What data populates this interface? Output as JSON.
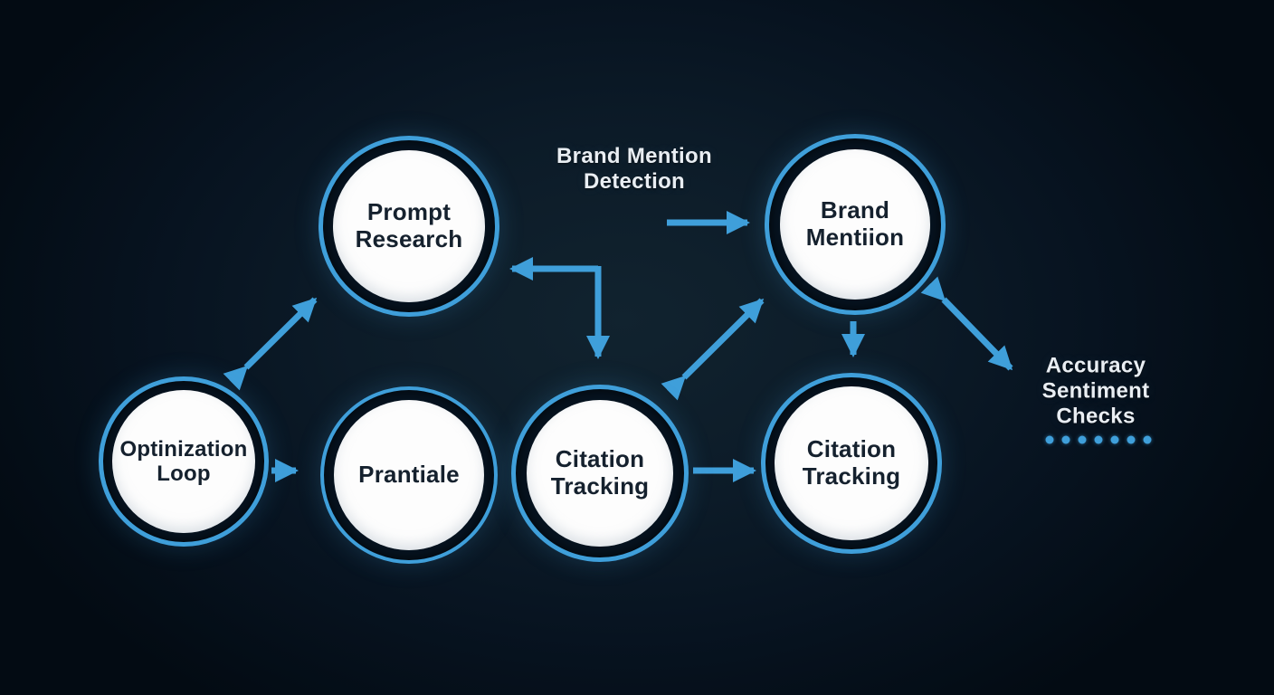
{
  "diagram_title": "",
  "colors": {
    "accent": "#3f9fda",
    "node_fill": "#fdfdfd",
    "node_text": "#15212e",
    "label_text": "#e9eef3",
    "background_center": "#11232f",
    "background_edge": "#030b13"
  },
  "nodes": [
    {
      "id": "prompt-research",
      "lines": [
        "Prompt",
        "Research"
      ]
    },
    {
      "id": "brand-mention",
      "lines": [
        "Brand",
        "Mentiion"
      ]
    },
    {
      "id": "optinization-loop",
      "lines": [
        "Optinization",
        "Loop"
      ]
    },
    {
      "id": "prantiale",
      "lines": [
        "Prantiale"
      ]
    },
    {
      "id": "citation-tracking-center",
      "lines": [
        "Citation",
        "Tracking"
      ]
    },
    {
      "id": "citation-tracking-right",
      "lines": [
        "Citation",
        "Tracking"
      ]
    }
  ],
  "labels": {
    "brand_mention_detection": {
      "lines": [
        "Brand Mention",
        "Detection"
      ]
    },
    "accuracy_checks": {
      "lines": [
        "Accuracy",
        "Sentiment",
        "Checks"
      ],
      "dots_count": 7
    }
  },
  "arrows": [
    {
      "name": "arrow-detection-to-brand-mention",
      "from": "brand-mention-detection-label",
      "to": "brand-mention",
      "type": "single"
    },
    {
      "name": "arrow-optinization-prompt",
      "from": "optinization-loop",
      "to": "prompt-research",
      "type": "double"
    },
    {
      "name": "arrow-elbow-to-prompt-and-citation",
      "from": "prompt-research",
      "to": "citation-tracking-center",
      "type": "elbow-two-heads"
    },
    {
      "name": "arrow-citation-brand",
      "from": "citation-tracking-center",
      "to": "brand-mention",
      "type": "double"
    },
    {
      "name": "arrow-brand-to-citation-right",
      "from": "brand-mention",
      "to": "citation-tracking-right",
      "type": "single"
    },
    {
      "name": "arrow-brand-accuracy",
      "from": "brand-mention",
      "to": "accuracy-checks-label",
      "type": "double"
    },
    {
      "name": "arrow-optinization-to-prantiale",
      "from": "optinization-loop",
      "to": "prantiale",
      "type": "single"
    },
    {
      "name": "arrow-citation-to-citation",
      "from": "citation-tracking-center",
      "to": "citation-tracking-right",
      "type": "single"
    }
  ]
}
